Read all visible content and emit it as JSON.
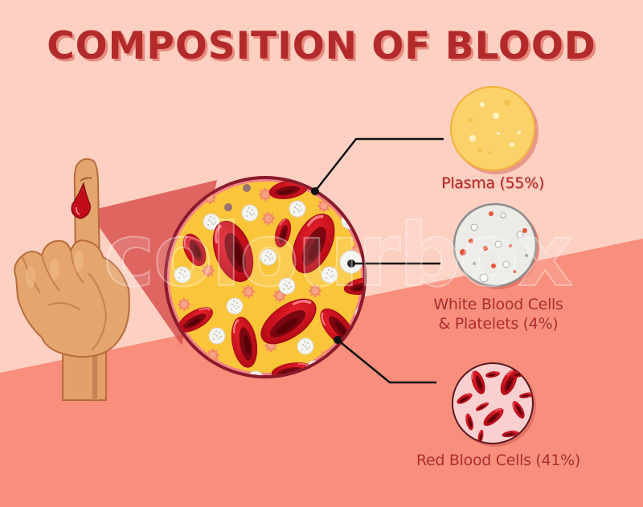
{
  "title": "COMPOSITION OF BLOOD",
  "components": [
    {
      "id": "plasma",
      "label": "Plasma (55%)",
      "name": "Plasma",
      "percent": 55,
      "color": "#fbd26a"
    },
    {
      "id": "wbc",
      "label_line1": "White Blood Cells",
      "label_line2": "& Platelets (4%)",
      "name": "White Blood Cells & Platelets",
      "percent": 4,
      "color": "#ecebe6"
    },
    {
      "id": "rbc",
      "label": "Red Blood Cells (41%)",
      "name": "Red Blood Cells",
      "percent": 41,
      "color": "#f9cfd0"
    }
  ],
  "watermark": "colourbox",
  "colors": {
    "background_top": "#fdd0c2",
    "background_bottom": "#f88e7c",
    "title": "#b32a2a",
    "title_shadow": "#e98a7e",
    "beam": "#d9534f",
    "magnified_fill": "#fbc53a",
    "magnified_border": "#8b1a2b",
    "rbc": "#d0101e",
    "skin": "#e4a56f"
  }
}
